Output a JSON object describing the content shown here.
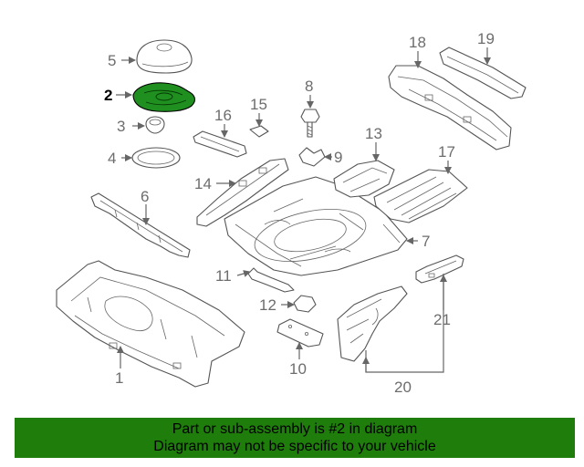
{
  "banner": {
    "line1": "Part or sub-assembly is #2 in diagram",
    "line2": "Diagram may not be specific to your vehicle",
    "background_color": "#1e7d0b"
  },
  "highlight": {
    "part_number": "2",
    "color": "#1f8f1f"
  },
  "callouts": {
    "c1": "1",
    "c2": "2",
    "c3": "3",
    "c4": "4",
    "c5": "5",
    "c6": "6",
    "c7": "7",
    "c8": "8",
    "c9": "9",
    "c10": "10",
    "c11": "11",
    "c12": "12",
    "c13": "13",
    "c14": "14",
    "c15": "15",
    "c16": "16",
    "c17": "17",
    "c18": "18",
    "c19": "19",
    "c20": "20",
    "c21": "21"
  }
}
